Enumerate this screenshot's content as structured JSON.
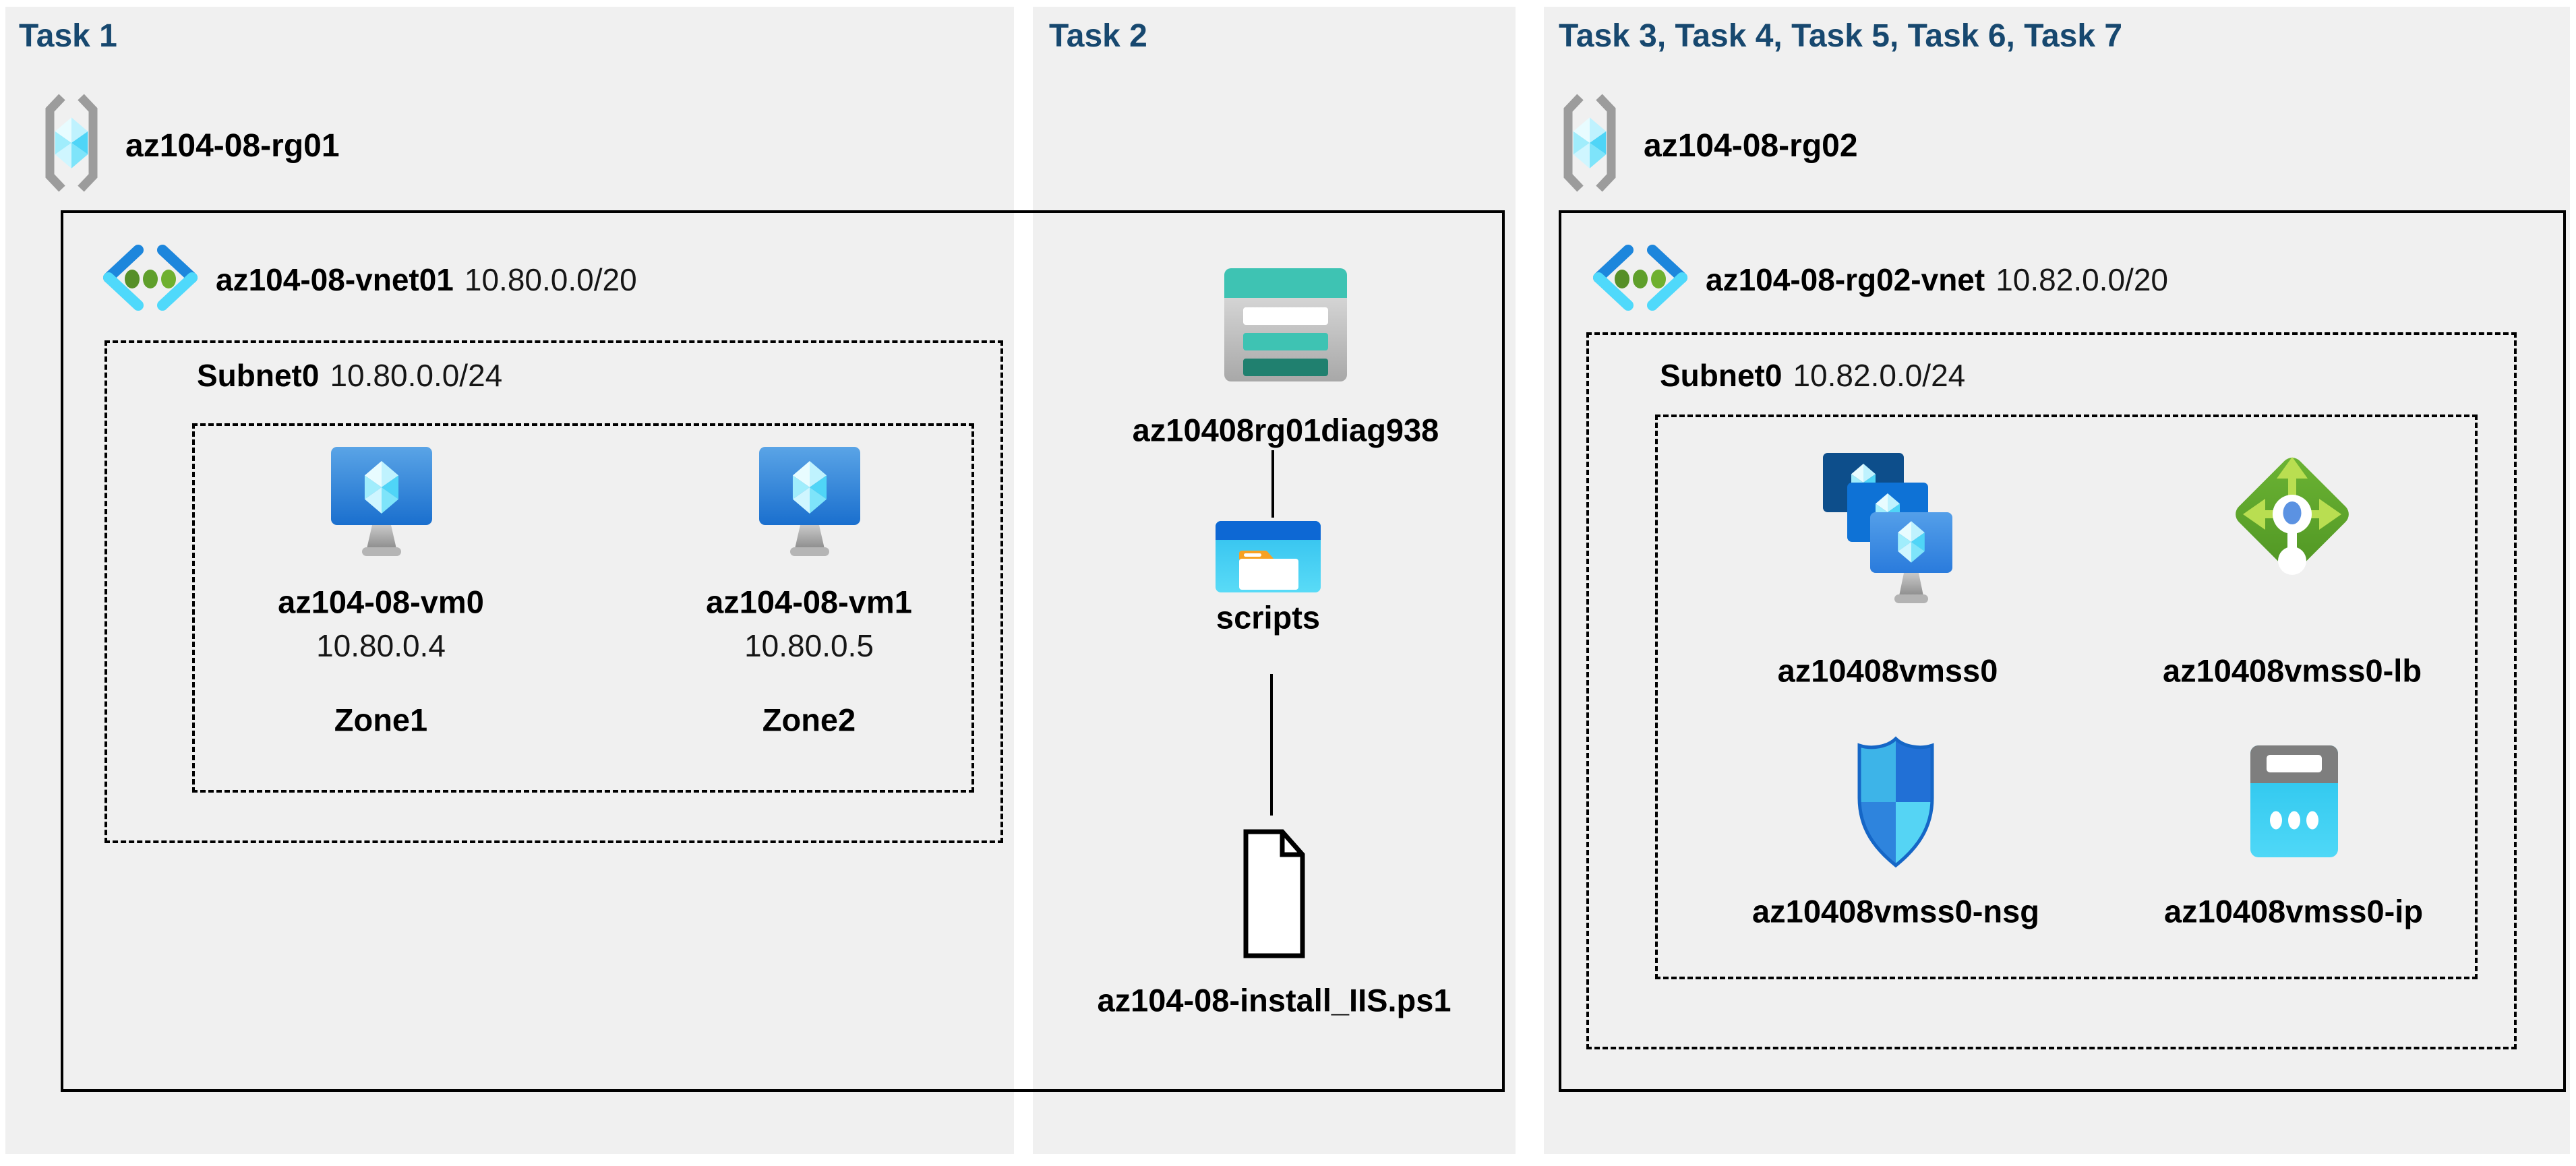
{
  "colors": {
    "panel_bg": "#f0f0f0",
    "title": "#17486F",
    "text": "#000000",
    "border": "#000000",
    "storage_teal": "#3ec3b3",
    "azure_blue": "#1d86dc",
    "azure_cyan": "#4fd9fb",
    "lb_green": "#5ba32a"
  },
  "task1": {
    "title": "Task 1",
    "resource_group": "az104-08-rg01",
    "vnet_name": "az104-08-vnet01",
    "vnet_cidr": "10.80.0.0/20",
    "subnet_name": "Subnet0",
    "subnet_cidr": "10.80.0.0/24",
    "vms": [
      {
        "name": "az104-08-vm0",
        "ip": "10.80.0.4",
        "zone": "Zone1"
      },
      {
        "name": "az104-08-vm1",
        "ip": "10.80.0.5",
        "zone": "Zone2"
      }
    ]
  },
  "task2": {
    "title": "Task 2",
    "storage_account": "az10408rg01diag938",
    "folder": "scripts",
    "script_file": "az104-08-install_IIS.ps1"
  },
  "task3": {
    "title": "Task 3, Task 4, Task 5, Task 6, Task 7",
    "resource_group": "az104-08-rg02",
    "vnet_name": "az104-08-rg02-vnet",
    "vnet_cidr": "10.82.0.0/20",
    "subnet_name": "Subnet0",
    "subnet_cidr": "10.82.0.0/24",
    "vmss": "az10408vmss0",
    "load_balancer": "az10408vmss0-lb",
    "nsg": "az10408vmss0-nsg",
    "public_ip": "az10408vmss0-ip"
  }
}
